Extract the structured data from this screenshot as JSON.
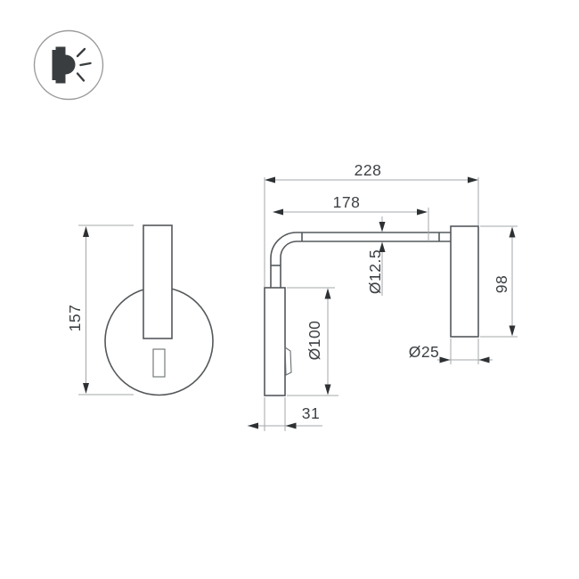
{
  "colors": {
    "background": "#ffffff",
    "object_line": "#54585b",
    "dimension_line": "#a3a7a9",
    "arrow": "#2e3133",
    "text": "#3c4043",
    "logo_icon": "#3a3d3f",
    "logo_circle": "#9b9b9b"
  },
  "logo": {
    "icon": "wall-lamp-logo-icon"
  },
  "front_view": {
    "height_label": "157"
  },
  "side_view": {
    "total_depth_label": "228",
    "arm_length_label": "178",
    "tube_diameter_label": "Ø12.5",
    "head_length_label": "98",
    "base_diameter_label": "Ø100",
    "head_diameter_label": "Ø25",
    "base_thickness_label": "31"
  }
}
